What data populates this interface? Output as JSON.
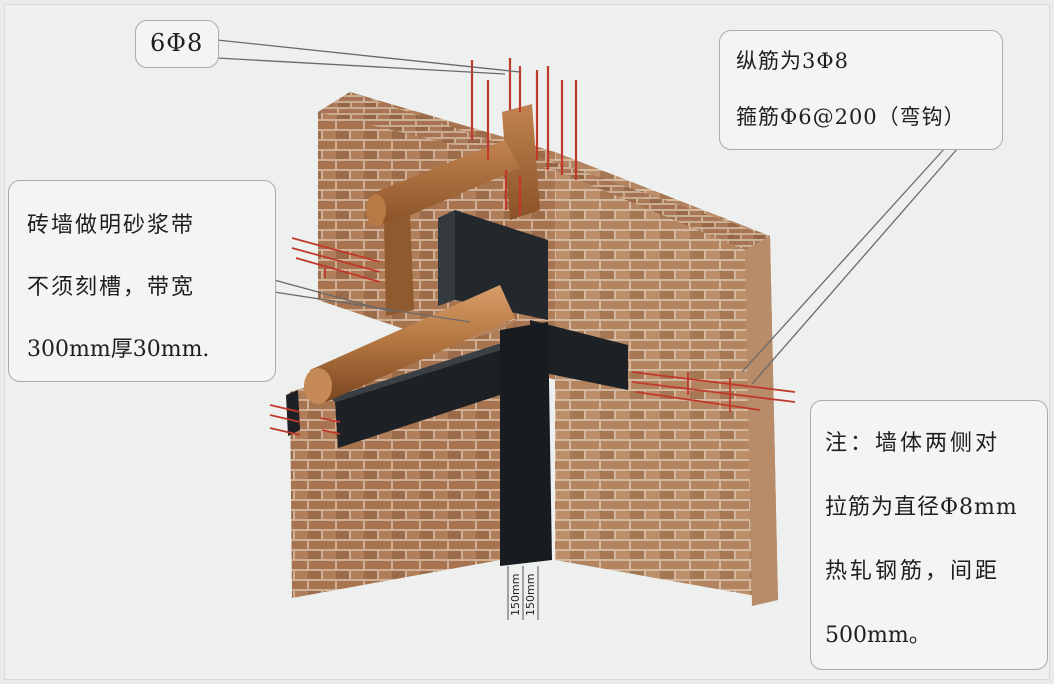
{
  "colors": {
    "background": "#edf0ee",
    "brick": "#a7734f",
    "mortar": "#d1b39a",
    "column": "#1d2125",
    "timber": "#9f6130",
    "rebar": "#c0392b",
    "leader": "#6a6a6a"
  },
  "callouts": {
    "rebar_top": {
      "lines": [
        "6Φ8"
      ]
    },
    "longitudinal": {
      "lines": [
        "纵筋为3Φ8",
        "箍筋Φ6@200（弯钩）"
      ]
    },
    "mortar_band": {
      "lines": [
        "砖墙做明砂浆带",
        "不须刻槽，带宽",
        "300mm厚30mm."
      ]
    },
    "note": {
      "lines": [
        "注：墙体两侧对",
        "拉筋为直径Φ8mm",
        "热轧钢筋，间距",
        "500mm。"
      ]
    }
  },
  "dimensions": {
    "left": "150mm",
    "right": "150mm"
  }
}
